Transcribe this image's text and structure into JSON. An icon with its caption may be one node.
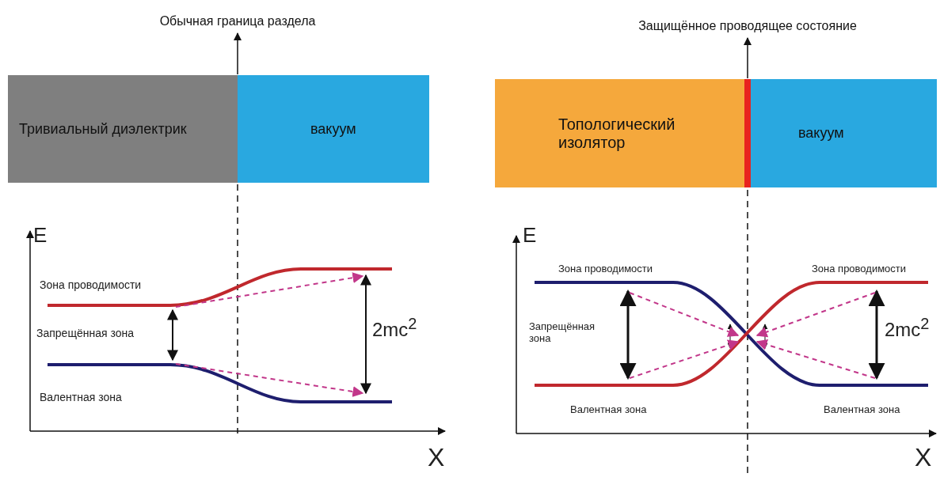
{
  "diagram": {
    "nodes": [
      {
        "text": [
          "Обычная граница раздела"
        ]
      },
      {
        "text": [
          "Тривиальный диэлектрик"
        ]
      },
      {
        "text": [
          "вакуум"
        ]
      },
      {
        "text": [
          "Защищённое проводящее состояние"
        ]
      },
      {
        "text": [
          "Топологический изолятор"
        ]
      },
      {
        "text": [],
        "shape": "bar"
      },
      {
        "text": [
          "вакуум"
        ]
      }
    ],
    "edges": [
      {
        "from": 2,
        "to": 0,
        "arrow": "to"
      },
      {
        "from": 5,
        "to": 3,
        "arrow": "to"
      }
    ],
    "labels": [
      "E",
      "Зона проводимости",
      "Запрещённая зона",
      "2mc$^{2}$",
      "Валентная зона",
      "X",
      "E",
      "Зона проводимости",
      "Зона проводимости",
      "Запрещённая зона",
      "2mc$^{2}$",
      "Валентная зона",
      "Валентная зона",
      "X"
    ]
  }
}
